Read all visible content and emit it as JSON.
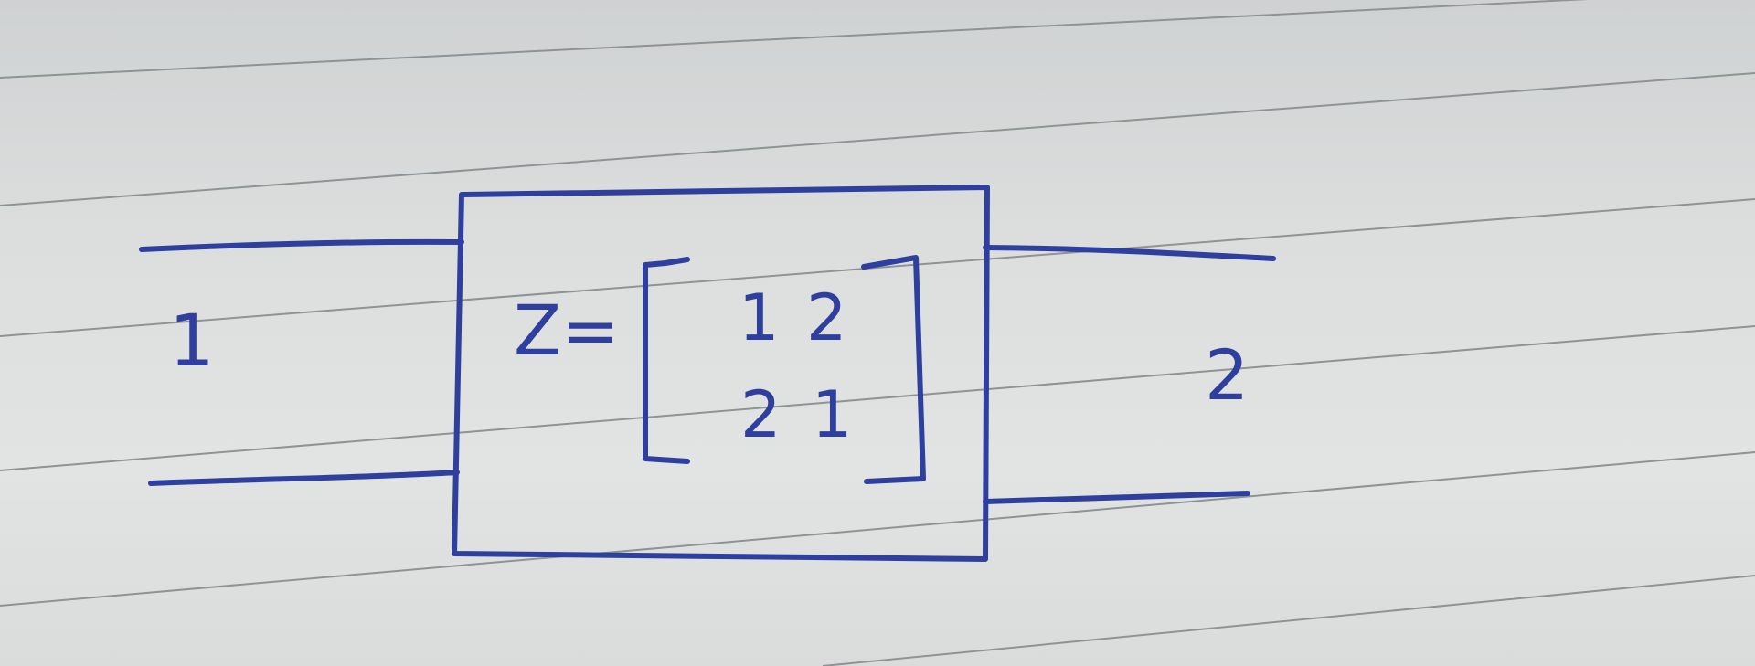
{
  "diagram": {
    "port_left_label": "1",
    "port_right_label": "2",
    "equation_lhs": "Z=",
    "matrix": {
      "row1": [
        "1",
        "2"
      ],
      "row2": [
        "2",
        "1"
      ]
    },
    "colors": {
      "ink": "#2f3f9e",
      "paper": "#dcdede",
      "rule_line": "#8e9494"
    }
  }
}
